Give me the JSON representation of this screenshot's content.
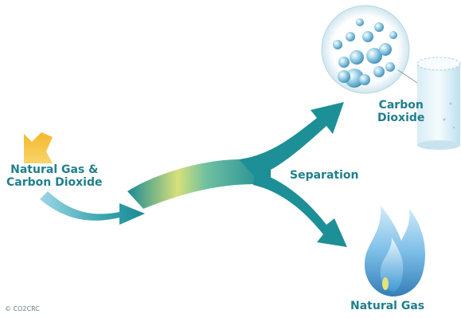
{
  "labels": {
    "input_line1": "Natural Gas &",
    "input_line2": "Carbon Dioxide",
    "separation": "Separation",
    "co2_line1": "Carbon",
    "co2_line2": "Dioxide",
    "natural_gas": "Natural Gas",
    "copyright": "© CO2CRC"
  },
  "colors": {
    "label_text": "#1f7f8c",
    "arrow_teal": "#1d8f96",
    "arrow_yellow": "#e8e27a",
    "flame_orange": "#f0a020",
    "bubble_blue": "#8cc7e0",
    "flame_blue": "#5ab0e0"
  },
  "icons": {
    "inflow": "orange-flame-icon",
    "bubbles": "co2-bubbles-icon",
    "container": "storage-cylinder-icon",
    "flame": "blue-gas-flame-icon"
  }
}
